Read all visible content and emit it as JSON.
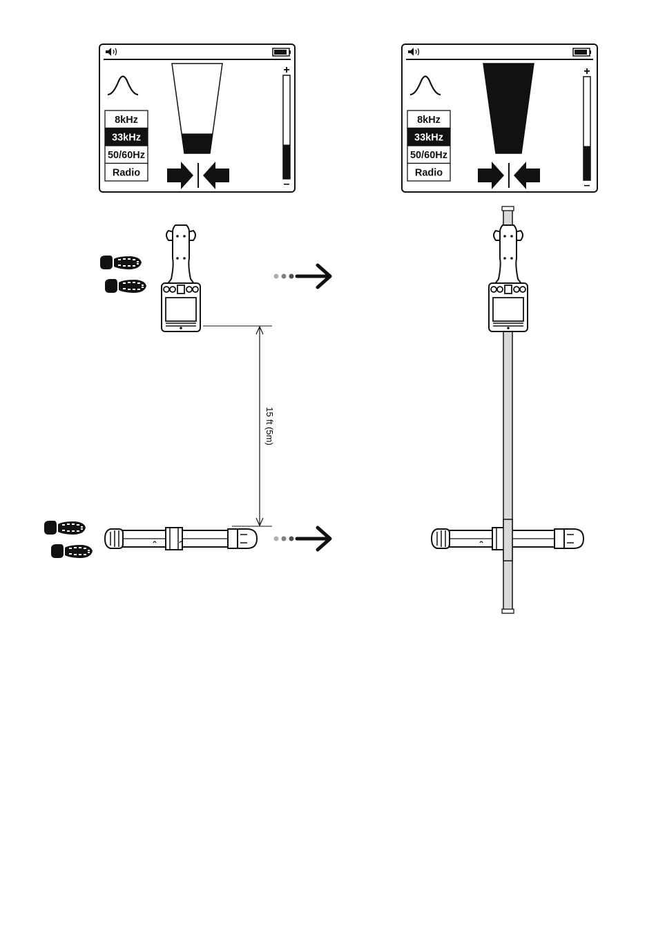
{
  "left_screen": {
    "freq_options": [
      "8kHz",
      "33kHz",
      "50/60Hz",
      "Radio"
    ],
    "selected_freq": "33kHz",
    "signal_level": 0.22,
    "gauge_level": 0.33,
    "plus_sign": "+",
    "minus_sign": "–"
  },
  "right_screen": {
    "freq_options": [
      "8kHz",
      "33kHz",
      "50/60Hz",
      "Radio"
    ],
    "selected_freq": "33kHz",
    "signal_level": 1.0,
    "gauge_level": 0.33,
    "plus_sign": "+",
    "minus_sign": "–"
  },
  "distance_label": "15 ft (5m)",
  "colors": {
    "ink": "#111111",
    "pipe": "#d9d9d9",
    "dot_light": "#b0b0b0",
    "dot_mid": "#808080",
    "dot_dark": "#505050"
  }
}
